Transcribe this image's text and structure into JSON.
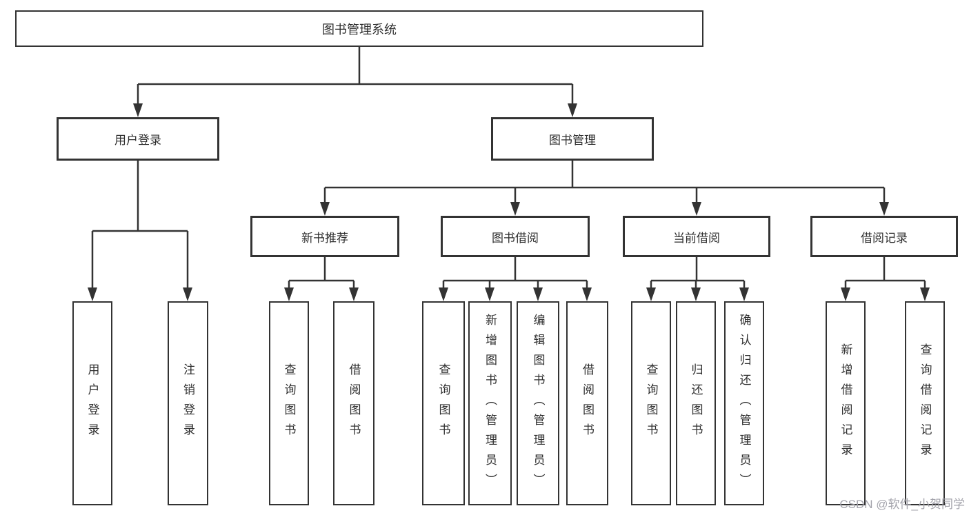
{
  "diagram": {
    "type": "tree",
    "root": {
      "label": "图书管理系统"
    },
    "branches": [
      {
        "label": "用户登录",
        "children": [
          {
            "label": "用户登录"
          },
          {
            "label": "注销登录"
          }
        ]
      },
      {
        "label": "图书管理",
        "children": [
          {
            "label": "新书推荐",
            "children": [
              {
                "label": "查询图书"
              },
              {
                "label": "借阅图书"
              }
            ]
          },
          {
            "label": "图书借阅",
            "children": [
              {
                "label": "查询图书"
              },
              {
                "label": "新增图书（管理员）"
              },
              {
                "label": "编辑图书（管理员）"
              },
              {
                "label": "借阅图书"
              }
            ]
          },
          {
            "label": "当前借阅",
            "children": [
              {
                "label": "查询图书"
              },
              {
                "label": "归还图书"
              },
              {
                "label": "确认归还（管理员）"
              }
            ]
          },
          {
            "label": "借阅记录",
            "children": [
              {
                "label": "新增借阅记录"
              },
              {
                "label": "查询借阅记录"
              }
            ]
          }
        ]
      }
    ]
  },
  "watermark": "CSDN @软件_小贺同学",
  "colors": {
    "line": "#333333",
    "text": "#2e2e2e",
    "watermark": "#a3a3ab",
    "background": "#ffffff"
  }
}
